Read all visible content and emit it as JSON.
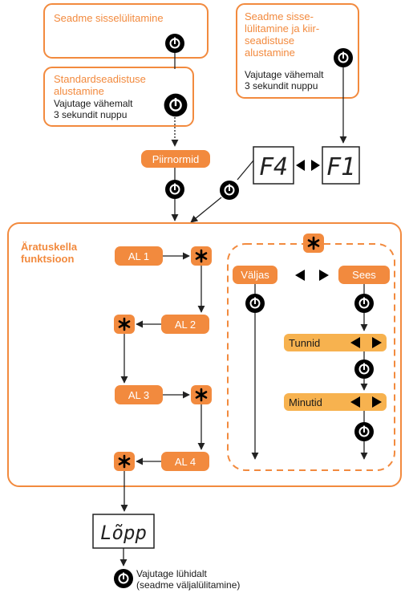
{
  "colors": {
    "accent": "#f28a3e",
    "accent_light": "#f7b24f",
    "text_dark": "#1a1a1a",
    "white": "#ffffff",
    "line": "#222222"
  },
  "box_power_on": {
    "title": "Seadme sisselülitamine"
  },
  "box_standard_reset": {
    "title_line1": "Standardseadistuse",
    "title_line2": "alustamine",
    "note_line1": "Vajutage vähemalt",
    "note_line2": "3 sekundit nuppu"
  },
  "box_quick_setup": {
    "title_line1": "Seadme sisse-",
    "title_line2": "lülitamine ja kiir-",
    "title_line3": "seadistuse",
    "title_line4": "alustamine",
    "note_line1": "Vajutage vähemalt",
    "note_line2": "3 sekundit nuppu"
  },
  "limits_button": "Piirnormid",
  "display_f4": "F4",
  "display_f1": "F1",
  "alarm_section": {
    "title_line1": "Äratuskella",
    "title_line2": "funktsioon",
    "alarms": [
      "AL 1",
      "AL 2",
      "AL 3",
      "AL 4"
    ],
    "star_symbol": "*",
    "off_label": "Väljas",
    "on_label": "Sees",
    "hours_label": "Tunnid",
    "minutes_label": "Minutid"
  },
  "display_end": "Lõpp",
  "footer": {
    "line1": "Vajutage lühidalt",
    "line2": "(seadme väljalülitamine)"
  },
  "icons": [
    "power-icon",
    "star-icon",
    "arrow-left-icon",
    "arrow-right-icon"
  ]
}
